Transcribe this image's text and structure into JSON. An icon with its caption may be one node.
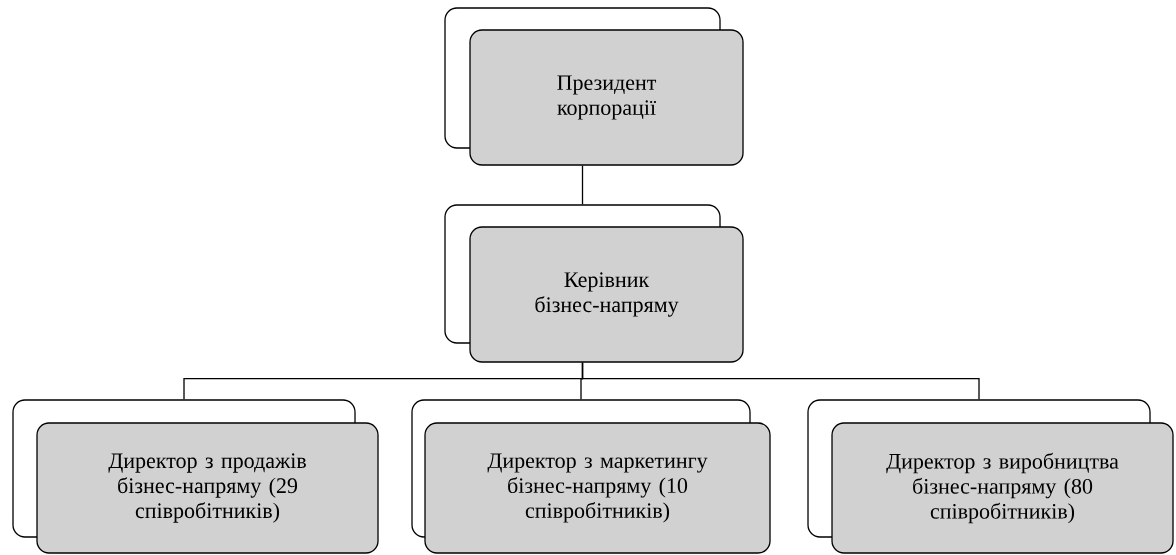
{
  "diagram": {
    "nodes": [
      {
        "text": [
          "Президент корпорації"
        ]
      },
      {
        "text": [
          "Керівник бізнес-напряму"
        ]
      },
      {
        "text": [
          "Директор з продажів бізнес-напряму (29 співробітників)"
        ]
      },
      {
        "text": [
          "Директор з маркетингу бізнес-напряму (10 співробітників)"
        ]
      },
      {
        "text": [
          "Директор з виробництва бізнес-напряму (80 співробітників)"
        ]
      }
    ],
    "edges": [
      {
        "from": 0,
        "to": 1,
        "arrow": "none"
      },
      {
        "from": 1,
        "to": 2,
        "arrow": "none"
      },
      {
        "from": 1,
        "to": 3,
        "arrow": "none"
      },
      {
        "from": 1,
        "to": 4,
        "arrow": "none"
      }
    ]
  }
}
